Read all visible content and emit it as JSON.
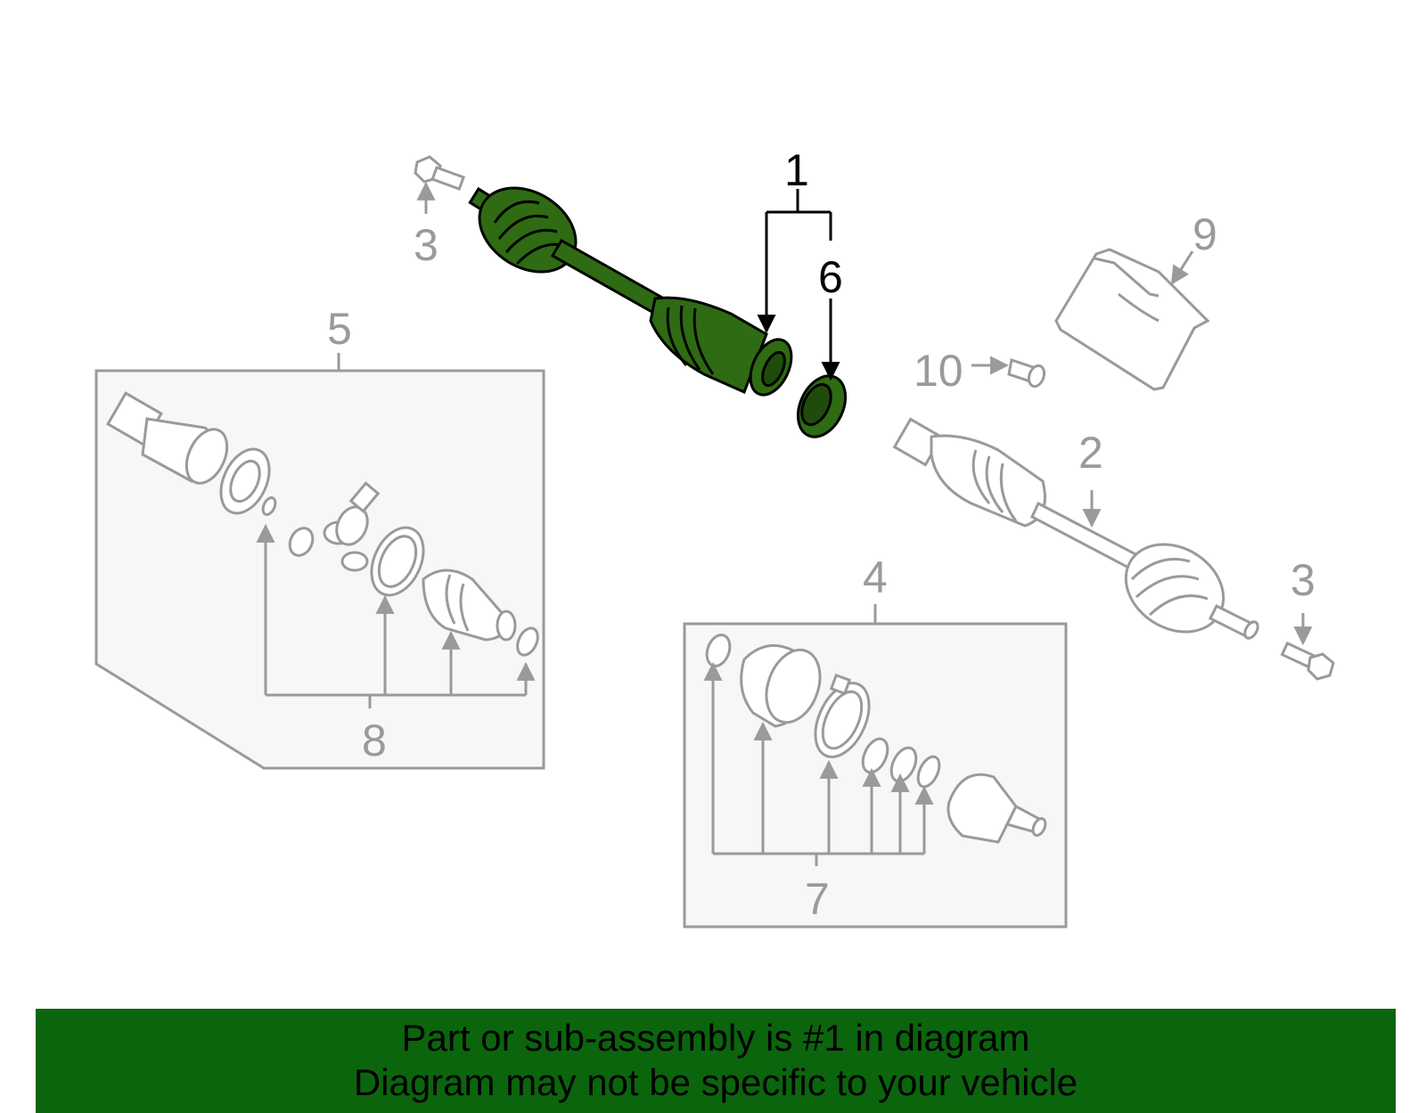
{
  "diagram": {
    "callouts": {
      "c1": "1",
      "c2": "2",
      "c3_top": "3",
      "c3_right": "3",
      "c4": "4",
      "c5": "5",
      "c6": "6",
      "c7": "7",
      "c8": "8",
      "c9": "9",
      "c10": "10"
    },
    "colors": {
      "highlight": "#2e6b12",
      "highlight_dark": "#1f4c0a",
      "line_grey": "#9a9a9a",
      "box_fill": "#f7f7f7",
      "banner": "#0b650d"
    }
  },
  "banner": {
    "line1": "Part or sub-assembly is #1 in diagram",
    "line2": "Diagram may not be specific to your vehicle"
  }
}
